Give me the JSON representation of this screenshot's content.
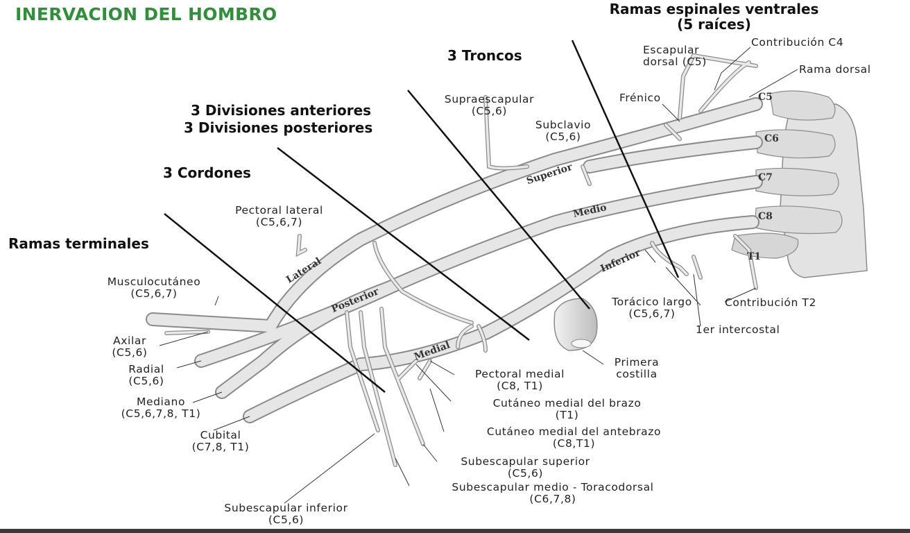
{
  "title": "INERVACION DEL HOMBRO",
  "headings": {
    "ramas_espinales_line1": "Ramas espinales ventrales",
    "ramas_espinales_line2": "(5 raíces)",
    "troncos": "3 Troncos",
    "divisiones_ant": "3 Divisiones anteriores",
    "divisiones_post": "3 Divisiones posteriores",
    "cordones": "3 Cordones",
    "ramas_terminales": "Ramas terminales"
  },
  "vertebrae": [
    "C5",
    "C6",
    "C7",
    "C8",
    "T1"
  ],
  "trunks": {
    "superior": "Superior",
    "medio": "Medio",
    "inferior": "Inferior"
  },
  "cords": {
    "lateral": "Lateral",
    "posterior": "Posterior",
    "medial": "Medial"
  },
  "labels": {
    "escapular_dorsal": {
      "name": "Escapular",
      "name2": "dorsal (C5)"
    },
    "contribucion_c4": {
      "name": "Contribución C4"
    },
    "rama_dorsal": {
      "name": "Rama dorsal"
    },
    "frenico": {
      "name": "Frénico"
    },
    "supraescapular": {
      "name": "Supraescapular",
      "roots": "(C5,6)"
    },
    "subclavio": {
      "name": "Subclavio",
      "roots": "(C5,6)"
    },
    "pectoral_lateral": {
      "name": "Pectoral lateral",
      "roots": "(C5,6,7)"
    },
    "musculocutaneo": {
      "name": "Musculocutáneo",
      "roots": "(C5,6,7)"
    },
    "axilar": {
      "name": "Axilar",
      "roots": "(C5,6)"
    },
    "radial": {
      "name": "Radial",
      "roots": "(C5,6)"
    },
    "mediano": {
      "name": "Mediano",
      "roots": "(C5,6,7,8, T1)"
    },
    "cubital": {
      "name": "Cubital",
      "roots": "(C7,8, T1)"
    },
    "subescapular_inferior": {
      "name": "Subescapular inferior",
      "roots": "(C5,6)"
    },
    "subescapular_medio": {
      "name": "Subescapular medio - Toracodorsal",
      "roots": "(C6,7,8)"
    },
    "subescapular_superior": {
      "name": "Subescapular superior",
      "roots": "(C5,6)"
    },
    "cutaneo_antebrazo": {
      "name": "Cutáneo medial del antebrazo",
      "roots": "(C8,T1)"
    },
    "cutaneo_brazo": {
      "name": "Cutáneo medial del brazo",
      "roots": "(T1)"
    },
    "pectoral_medial": {
      "name": "Pectoral medial",
      "roots": "(C8, T1)"
    },
    "primera_costilla": {
      "name": "Primera",
      "name2": "costilla"
    },
    "toracico_largo": {
      "name": "Torácico largo",
      "roots": "(C5,6,7)"
    },
    "contribucion_t2": {
      "name": "Contribución T2"
    },
    "intercostal": {
      "name": "1er intercostal"
    }
  },
  "colors": {
    "title": "#2f8f3a",
    "nerve_fill": "#e6e6e6",
    "nerve_stroke": "#8a8a8a",
    "bone": "#d9d9d9"
  }
}
